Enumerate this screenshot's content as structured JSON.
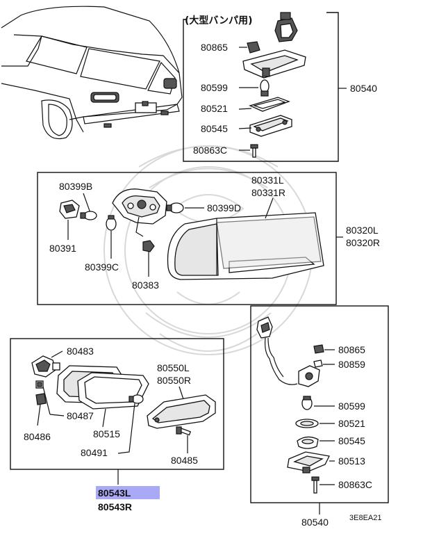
{
  "diagram": {
    "title_note": "(大型バンパ用)",
    "figure_code": "3E8EA21",
    "highlight_color": "#a9a9f5",
    "labels": {
      "p80865_top": "80865",
      "p80599_top": "80599",
      "p80521_top": "80521",
      "p80545_top": "80545",
      "p80863c_top": "80863C",
      "p80540_right": "80540",
      "p80399b": "80399B",
      "p80391": "80391",
      "p80399c": "80399C",
      "p80383": "80383",
      "p80399d": "80399D",
      "p80331l": "80331L",
      "p80331r": "80331R",
      "p80320l": "80320L",
      "p80320r": "80320R",
      "p80483": "80483",
      "p80487": "80487",
      "p80486": "80486",
      "p80515": "80515",
      "p80491": "80491",
      "p80550l": "80550L",
      "p80550r": "80550R",
      "p80485": "80485",
      "p80543l": "80543L",
      "p80543r": "80543R",
      "p80865_br": "80865",
      "p80859": "80859",
      "p80599_br": "80599",
      "p80521_br": "80521",
      "p80545_br": "80545",
      "p80513": "80513",
      "p80863c_br": "80863C",
      "p80540_bottom": "80540"
    }
  }
}
